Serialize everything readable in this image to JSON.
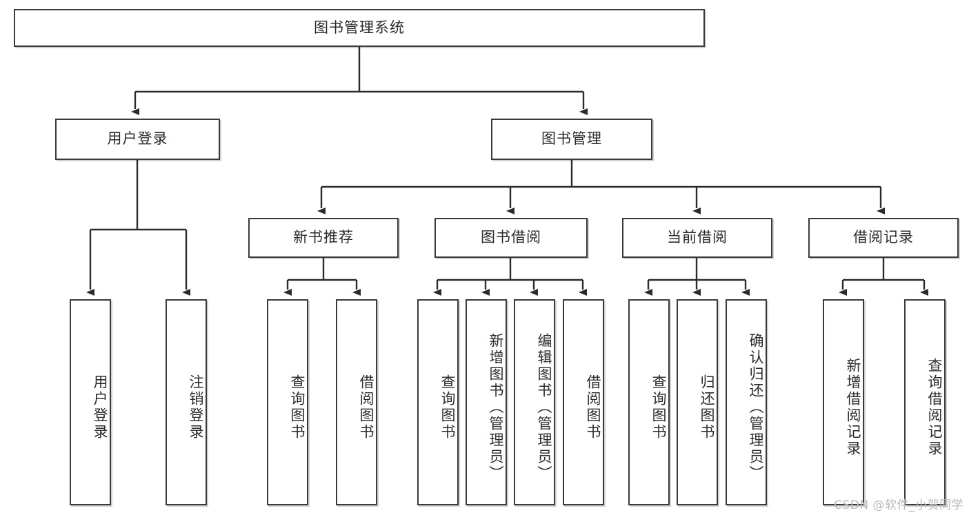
{
  "diagram": {
    "type": "hierarchy-tree",
    "title": "图书管理系统",
    "watermark": "CSDN @软件_小贺同学",
    "colors": {
      "box_border": "#3a3a3a",
      "box_fill": "#ffffff",
      "connector": "#2b2b2b",
      "watermark": "#b8b8b8"
    },
    "nodes": {
      "root": {
        "label": "图书管理系统"
      },
      "level2": [
        {
          "label": "用户登录"
        },
        {
          "label": "图书管理"
        }
      ],
      "level3": [
        {
          "label": "新书推荐"
        },
        {
          "label": "图书借阅"
        },
        {
          "label": "当前借阅"
        },
        {
          "label": "借阅记录"
        }
      ],
      "leaves": {
        "user_login": [
          {
            "label": "用户登录"
          },
          {
            "label": "注销登录"
          }
        ],
        "new_book_rec": [
          {
            "label": "查询图书"
          },
          {
            "label": "借阅图书"
          }
        ],
        "book_borrow": [
          {
            "label": "查询图书"
          },
          {
            "label": "新增图书（管理员）"
          },
          {
            "label": "编辑图书（管理员）"
          },
          {
            "label": "借阅图书"
          }
        ],
        "current_borrow": [
          {
            "label": "查询图书"
          },
          {
            "label": "归还图书"
          },
          {
            "label": "确认归还（管理员）"
          }
        ],
        "borrow_record": [
          {
            "label": "新增借阅记录"
          },
          {
            "label": "查询借阅记录"
          }
        ]
      }
    }
  }
}
